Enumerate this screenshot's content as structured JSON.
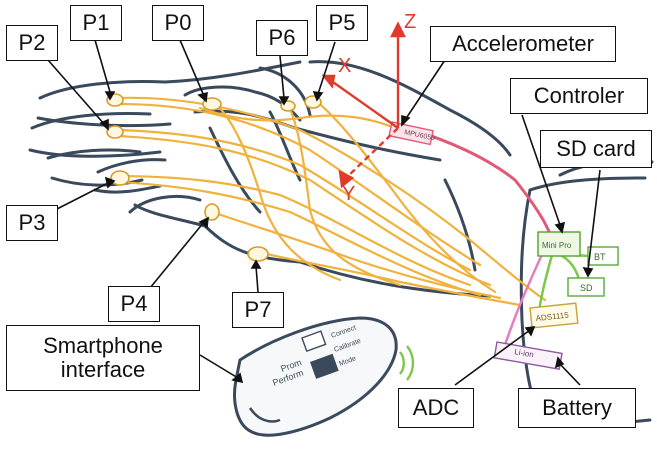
{
  "labels": {
    "p0": "P0",
    "p1": "P1",
    "p2": "P2",
    "p3": "P3",
    "p4": "P4",
    "p5": "P5",
    "p6": "P6",
    "p7": "P7",
    "accelerometer": "Accelerometer",
    "controller": "Controler",
    "sd_card": "SD card",
    "smartphone": [
      "Smartphone",
      "interface"
    ],
    "adc": "ADC",
    "battery": "Battery"
  },
  "axes": {
    "x": "X",
    "y": "Y",
    "z": "Z"
  },
  "sketch_text": {
    "accel_chip": "MPU6050",
    "controller_chip": "Mini Pro",
    "bt_chip": "BT",
    "sd_chip": "SD",
    "adc_chip": "ADS1115",
    "battery_chip": "Li-ion"
  },
  "phone_text": {
    "line1": "Prom",
    "line2": "Perform",
    "btn1": "Connect",
    "btn2": "Calibrate",
    "btn3": "Mode"
  },
  "colors": {
    "outline": "#3a4a5c",
    "wire": "#f0b23c",
    "axis": "#e23a2a",
    "accel_cable": "#e05a78",
    "controller_wire": "#7cc84a",
    "pink_wire": "#e77cc0",
    "label_border": "#111111"
  }
}
